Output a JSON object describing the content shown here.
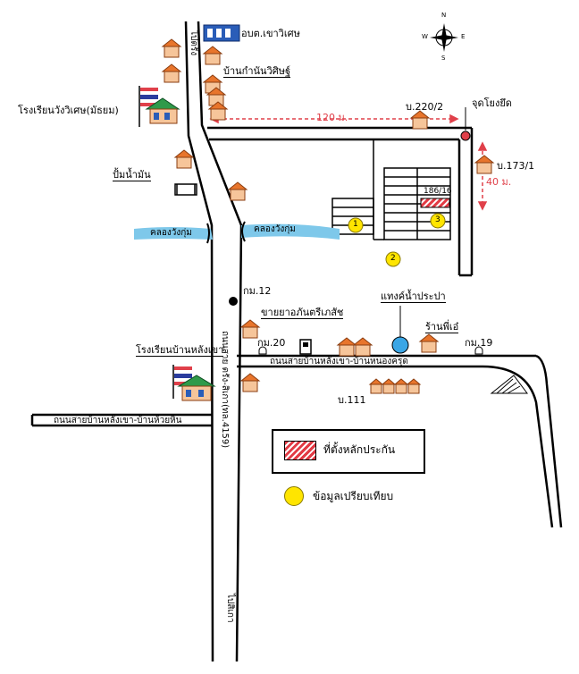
{
  "labels": {
    "sao_khao_wiset": "อบต.เขาวิเศษ",
    "ban_kamnan": "บ้านกำนันวิศิษฐ์",
    "school_wiset": "โรงเรียนวังวิเศษ(มัธยม)",
    "pump": "ปั้มน้ำมัน",
    "canal_left": "คลองวังกุ่ม",
    "canal_right": "คลองวังกุ่ม",
    "moo_220": "บ.220/2",
    "junction": "จุดโยงยึด",
    "moo_173": "บ.173/1",
    "plot_no": "186/16",
    "km12": "กม.12",
    "pharmacy": "ขายยาอภันตรีเภสัช",
    "water_tank": "แทงค์น้ำประปา",
    "shop": "ร้านพี่เอ๋",
    "km20": "กม.20",
    "km19": "กม.19",
    "school_lang_khao": "โรงเรียนบ้านหลังเขา",
    "road_nong_krut": "ถนนสายบ้านหลังเขา-บ้านหนองครุด",
    "moo_111": "บ.111",
    "road_huai_hin": "ถนนสายบ้านหลังเขา-บ้านห้วยหิน",
    "highway_vertical": "ถนนสาย ตรัง-สิเกา(ทล.4159)",
    "road_top_vertical": "ไปตรัง",
    "road_bottom_vertical": "ไปสิเกา",
    "dist_120": "120 ม.",
    "dist_40": "40 ม."
  },
  "compass": {
    "n": "N",
    "s": "S",
    "e": "E",
    "w": "W"
  },
  "markers": {
    "one": "1",
    "two": "2",
    "three": "3"
  },
  "legend": {
    "collateral": "ที่ตั้งหลักประกัน",
    "comparison": "ข้อมูลเปรียบเทียบ"
  },
  "colors": {
    "canal": "#7ec8ea",
    "accent_red": "#e0404a",
    "comparison_yellow": "#ffe500",
    "tank_blue": "#3aa6e6",
    "house_fill": "#f6c59a",
    "house_roof": "#e8752c"
  }
}
